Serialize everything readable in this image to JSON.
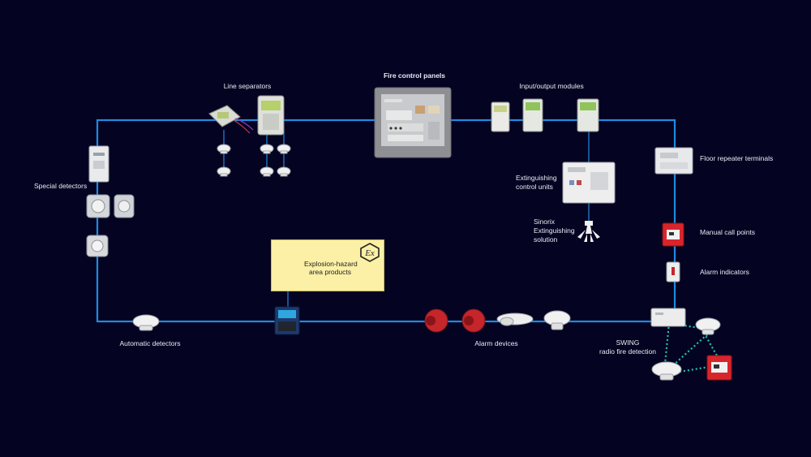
{
  "labels": {
    "line_separators": "Line separators",
    "fire_control_panels": "Fire control panels",
    "io_modules": "Input/output modules",
    "special_detectors": "Special detectors",
    "extinguishing_1": "Extinguishing",
    "extinguishing_2": "control units",
    "sinorix_1": "Sinorix",
    "sinorix_2": "Extinguishing",
    "sinorix_3": "solution",
    "floor_repeater": "Floor repeater terminals",
    "manual_call_points": "Manual call points",
    "alarm_indicators": "Alarm indicators",
    "explosion_1": "Explosion-hazard",
    "explosion_2": "area products",
    "ex_mark": "Ex",
    "automatic_detectors": "Automatic detectors",
    "alarm_devices": "Alarm devices",
    "swing_1": "SWING",
    "swing_2": "radio fire detection"
  },
  "colors": {
    "background": "#050322",
    "loop_line": "#1f8be0",
    "radio_link": "#1fc8a8",
    "ex_box": "#fbf0a6",
    "alarm_red": "#d8252c"
  }
}
